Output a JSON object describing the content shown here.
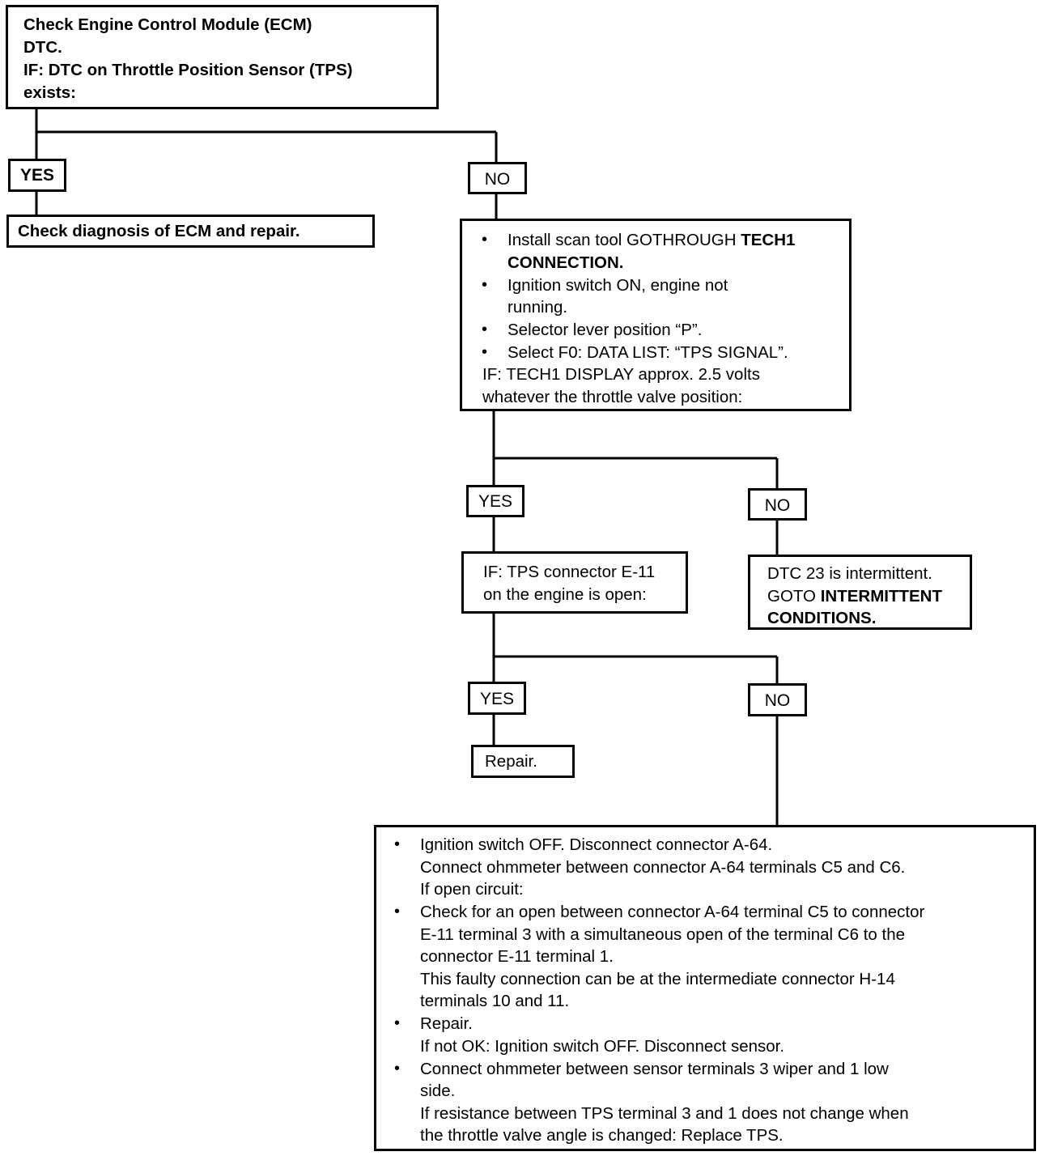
{
  "start": {
    "lines": [
      "Check Engine Control Module (ECM)",
      "DTC.",
      "IF: DTC on Throttle Position Sensor (TPS)",
      "exists:"
    ]
  },
  "branch1": {
    "yes_label": "YES",
    "no_label": "NO",
    "yes_action": "Check diagnosis of ECM and repair."
  },
  "step2": {
    "bullet": "•",
    "b1_line1": "Install scan tool GOTHROUGH ",
    "b1_line1_bold": "TECH1",
    "b1_line2_bold": "CONNECTION.",
    "b2_line1": "Ignition switch ON, engine not",
    "b2_line2": "running.",
    "b3": "Selector lever position “P”.",
    "b4": "Select F0: DATA LIST: “TPS SIGNAL”.",
    "if_line1": "IF: TECH1 DISPLAY approx. 2.5 volts",
    "if_line2": "whatever the throttle valve position:"
  },
  "branch2": {
    "yes_label": "YES",
    "no_label": "NO"
  },
  "step3": {
    "line1": "IF: TPS connector E-11",
    "line2": "on the engine is open:"
  },
  "intermittent": {
    "line1": "DTC 23 is intermittent.",
    "line2_plain": "GOTO ",
    "line2_bold": "INTERMITTENT",
    "line3_bold": "CONDITIONS."
  },
  "branch3": {
    "yes_label": "YES",
    "no_label": "NO",
    "yes_action": "Repair."
  },
  "final": {
    "bullet": "•",
    "lines": [
      "Ignition switch OFF.  Disconnect connector A-64.",
      "Connect ohmmeter between connector A-64 terminals C5 and C6.",
      "If open circuit:",
      "Check for an open between connector A-64 terminal C5 to connector",
      "E-11 terminal 3 with a simultaneous open of the terminal C6 to the",
      "connector E-11 terminal 1.",
      "This faulty connection can be at the intermediate connector H-14",
      "terminals 10 and 11.",
      "Repair.",
      "If not OK: Ignition switch OFF.  Disconnect sensor.",
      "Connect ohmmeter between sensor terminals 3 wiper and 1 low",
      "side.",
      "If resistance between TPS terminal 3 and 1 does not change when",
      "the throttle valve angle is changed:  Replace TPS."
    ]
  }
}
